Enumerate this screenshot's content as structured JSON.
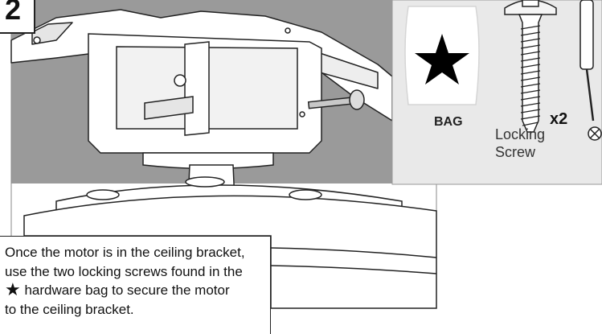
{
  "step": {
    "number": "2"
  },
  "inset": {
    "bag_label": "BAG",
    "quantity": "x2",
    "screw_label_line1": "Locking",
    "screw_label_line2": "Screw"
  },
  "instruction": {
    "line1": "Once the motor is in the ceiling bracket,",
    "line2": "use the two locking screws found in the",
    "star_glyph": "★",
    "line3_after_star": "hardware bag to secure the motor",
    "line4": "to the ceiling bracket."
  },
  "colors": {
    "shadow_gray": "#9a9a9a",
    "line": "#222222",
    "inset_bg": "#e9e9e9"
  }
}
